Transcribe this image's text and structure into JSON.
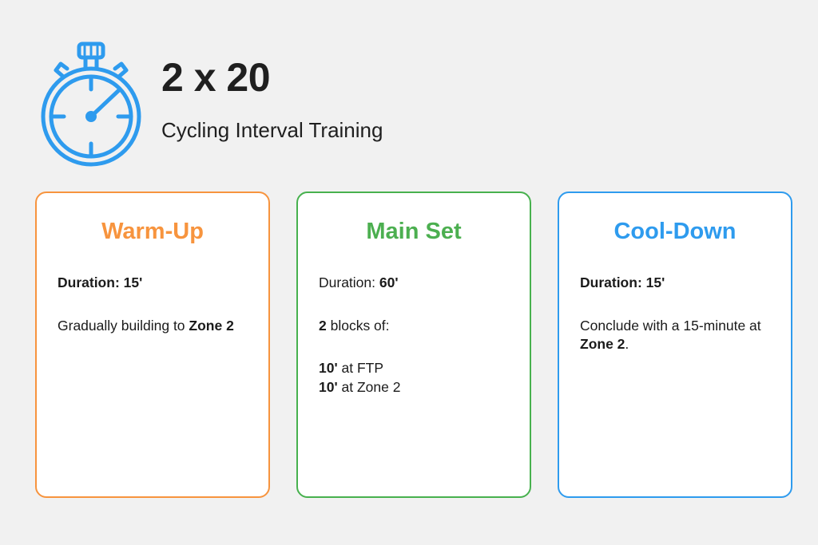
{
  "background_color": "#F1F1F1",
  "header": {
    "icon": "stopwatch-icon",
    "icon_color": "#2E9BEE",
    "title": "2 x 20",
    "subtitle": "Cycling Interval Training"
  },
  "cards": [
    {
      "key": "warm-up",
      "title": "Warm-Up",
      "accent_color": "#F7943E",
      "lines": [
        {
          "segments": [
            {
              "text": "Duration: 15'",
              "bold": true
            }
          ]
        },
        {
          "segments": [
            {
              "text": "Gradually building to ",
              "bold": false
            },
            {
              "text": "Zone 2",
              "bold": true
            }
          ]
        }
      ]
    },
    {
      "key": "main-set",
      "title": "Main Set",
      "accent_color": "#4CAF50",
      "lines": [
        {
          "segments": [
            {
              "text": "Duration: ",
              "bold": false
            },
            {
              "text": "60'",
              "bold": true
            }
          ]
        },
        {
          "segments": [
            {
              "text": "2",
              "bold": true
            },
            {
              "text": " blocks of:",
              "bold": false
            }
          ]
        },
        {
          "segments": [
            {
              "text": "10'",
              "bold": true
            },
            {
              "text": " at FTP",
              "bold": false
            }
          ],
          "tight": true
        },
        {
          "segments": [
            {
              "text": "10'",
              "bold": true
            },
            {
              "text": " at Zone 2",
              "bold": false
            }
          ]
        }
      ]
    },
    {
      "key": "cool-down",
      "title": "Cool-Down",
      "accent_color": "#2E9BEE",
      "lines": [
        {
          "segments": [
            {
              "text": "Duration: 15'",
              "bold": true
            }
          ]
        },
        {
          "segments": [
            {
              "text": "Conclude with a 15-minute at ",
              "bold": false
            },
            {
              "text": "Zone 2",
              "bold": true
            },
            {
              "text": ".",
              "bold": false
            }
          ]
        }
      ]
    }
  ]
}
